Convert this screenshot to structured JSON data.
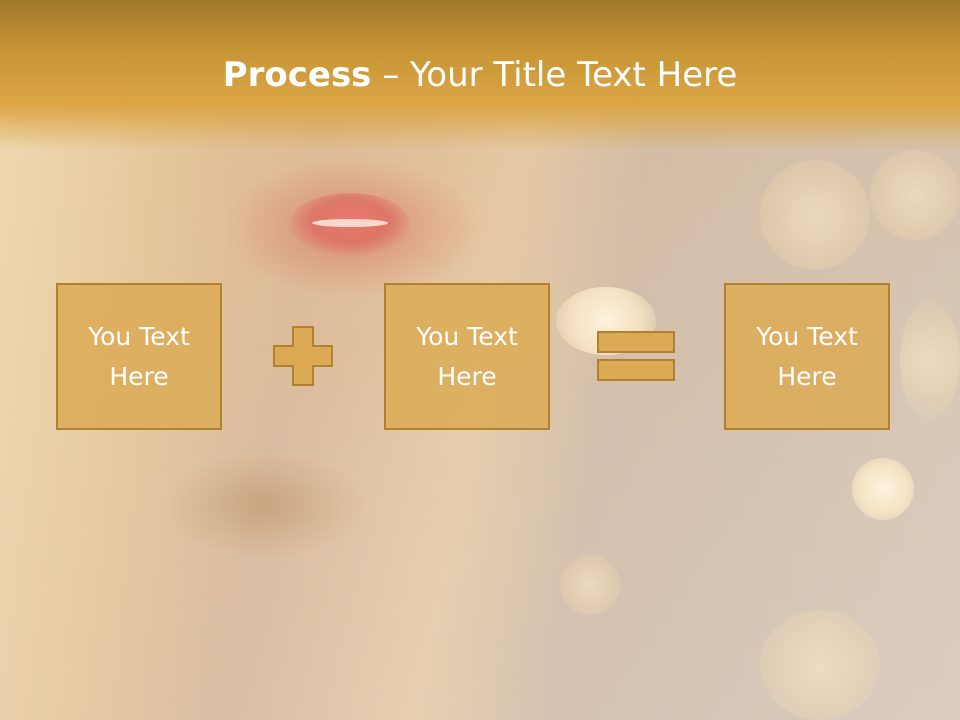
{
  "slide": {
    "title_bold": "Process",
    "title_rest": " – Your Title Text Here",
    "boxes": [
      {
        "label": "You Text\nHere"
      },
      {
        "label": "You Text\nHere"
      },
      {
        "label": "You Text\nHere"
      }
    ],
    "operators": [
      "plus-icon",
      "equals-icon"
    ],
    "colors": {
      "header": "#dca645",
      "box_fill": "#dcaa55",
      "box_border": "#b0822f",
      "text": "#ffffff"
    }
  }
}
